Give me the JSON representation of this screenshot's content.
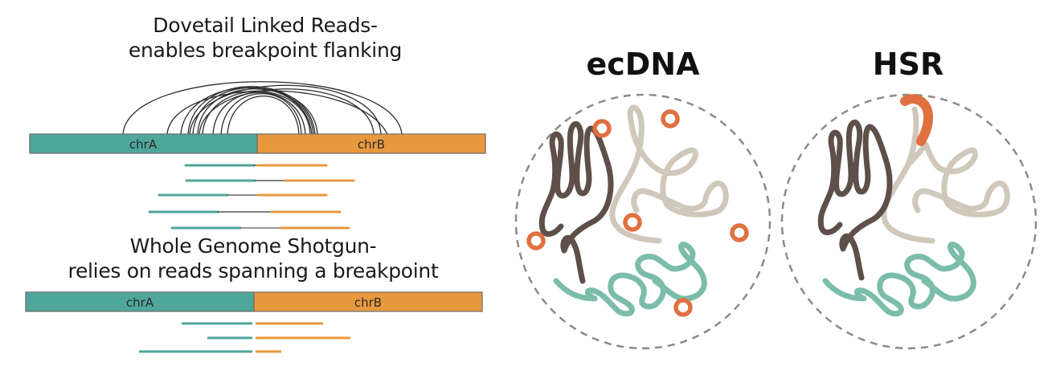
{
  "linked_reads": {
    "caption_line1": "Dovetail Linked Reads-",
    "caption_line2": "enables breakpoint flanking",
    "chrA_label": "chrA",
    "chrB_label": "chrB"
  },
  "wgs": {
    "caption_line1": "Whole Genome Shotgun-",
    "caption_line2": "relies on reads spanning a breakpoint",
    "chrA_label": "chrA",
    "chrB_label": "chrB"
  },
  "ecdna": {
    "title": "ecDNA"
  },
  "hsr": {
    "title": "HSR"
  },
  "colors": {
    "chrA": "#4fa69b",
    "chrB": "#e8993e",
    "arc": "#2b2b2b",
    "dark_chromatin": "#5e5049",
    "light_chromatin": "#cfc8bb",
    "green_chromatin": "#7bbcaa",
    "amplicon": "#e07040",
    "nucleus_border": "#8f8a83"
  }
}
